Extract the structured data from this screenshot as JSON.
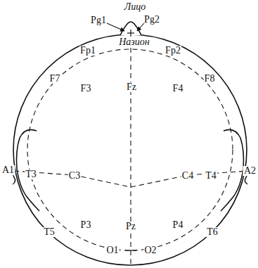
{
  "diagram": {
    "labels": [
      "Лицо",
      "Pg1",
      "Pg2",
      "Назион",
      "Fp1",
      "Fp2",
      "F7",
      "F3",
      "Fz",
      "F4",
      "F8",
      "A1",
      "T3",
      "C3",
      "C4",
      "T4",
      "A2",
      "T5",
      "P3",
      "Pz",
      "P4",
      "T6",
      "O1",
      "O2"
    ]
  }
}
